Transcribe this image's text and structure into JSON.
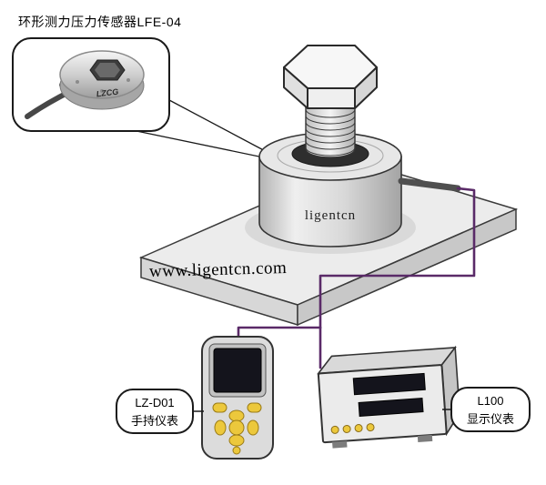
{
  "title": "环形测力压力传感器LFE-04",
  "sensor_photo": {
    "logo": "LZCG"
  },
  "assembly": {
    "brand_on_cylinder": "ligentcn",
    "website": "www.ligentcn.com"
  },
  "handheld": {
    "model": "LZ-D01",
    "type": "手持仪表"
  },
  "display": {
    "model": "L100",
    "type": "显示仪表"
  },
  "colors": {
    "wire": "#5a2a68",
    "cable": "#4f4f4f",
    "button_yellow": "#ecc83c",
    "screen_black": "#14141c",
    "plate_top": "#ececec",
    "outline": "#2a2a2a"
  }
}
